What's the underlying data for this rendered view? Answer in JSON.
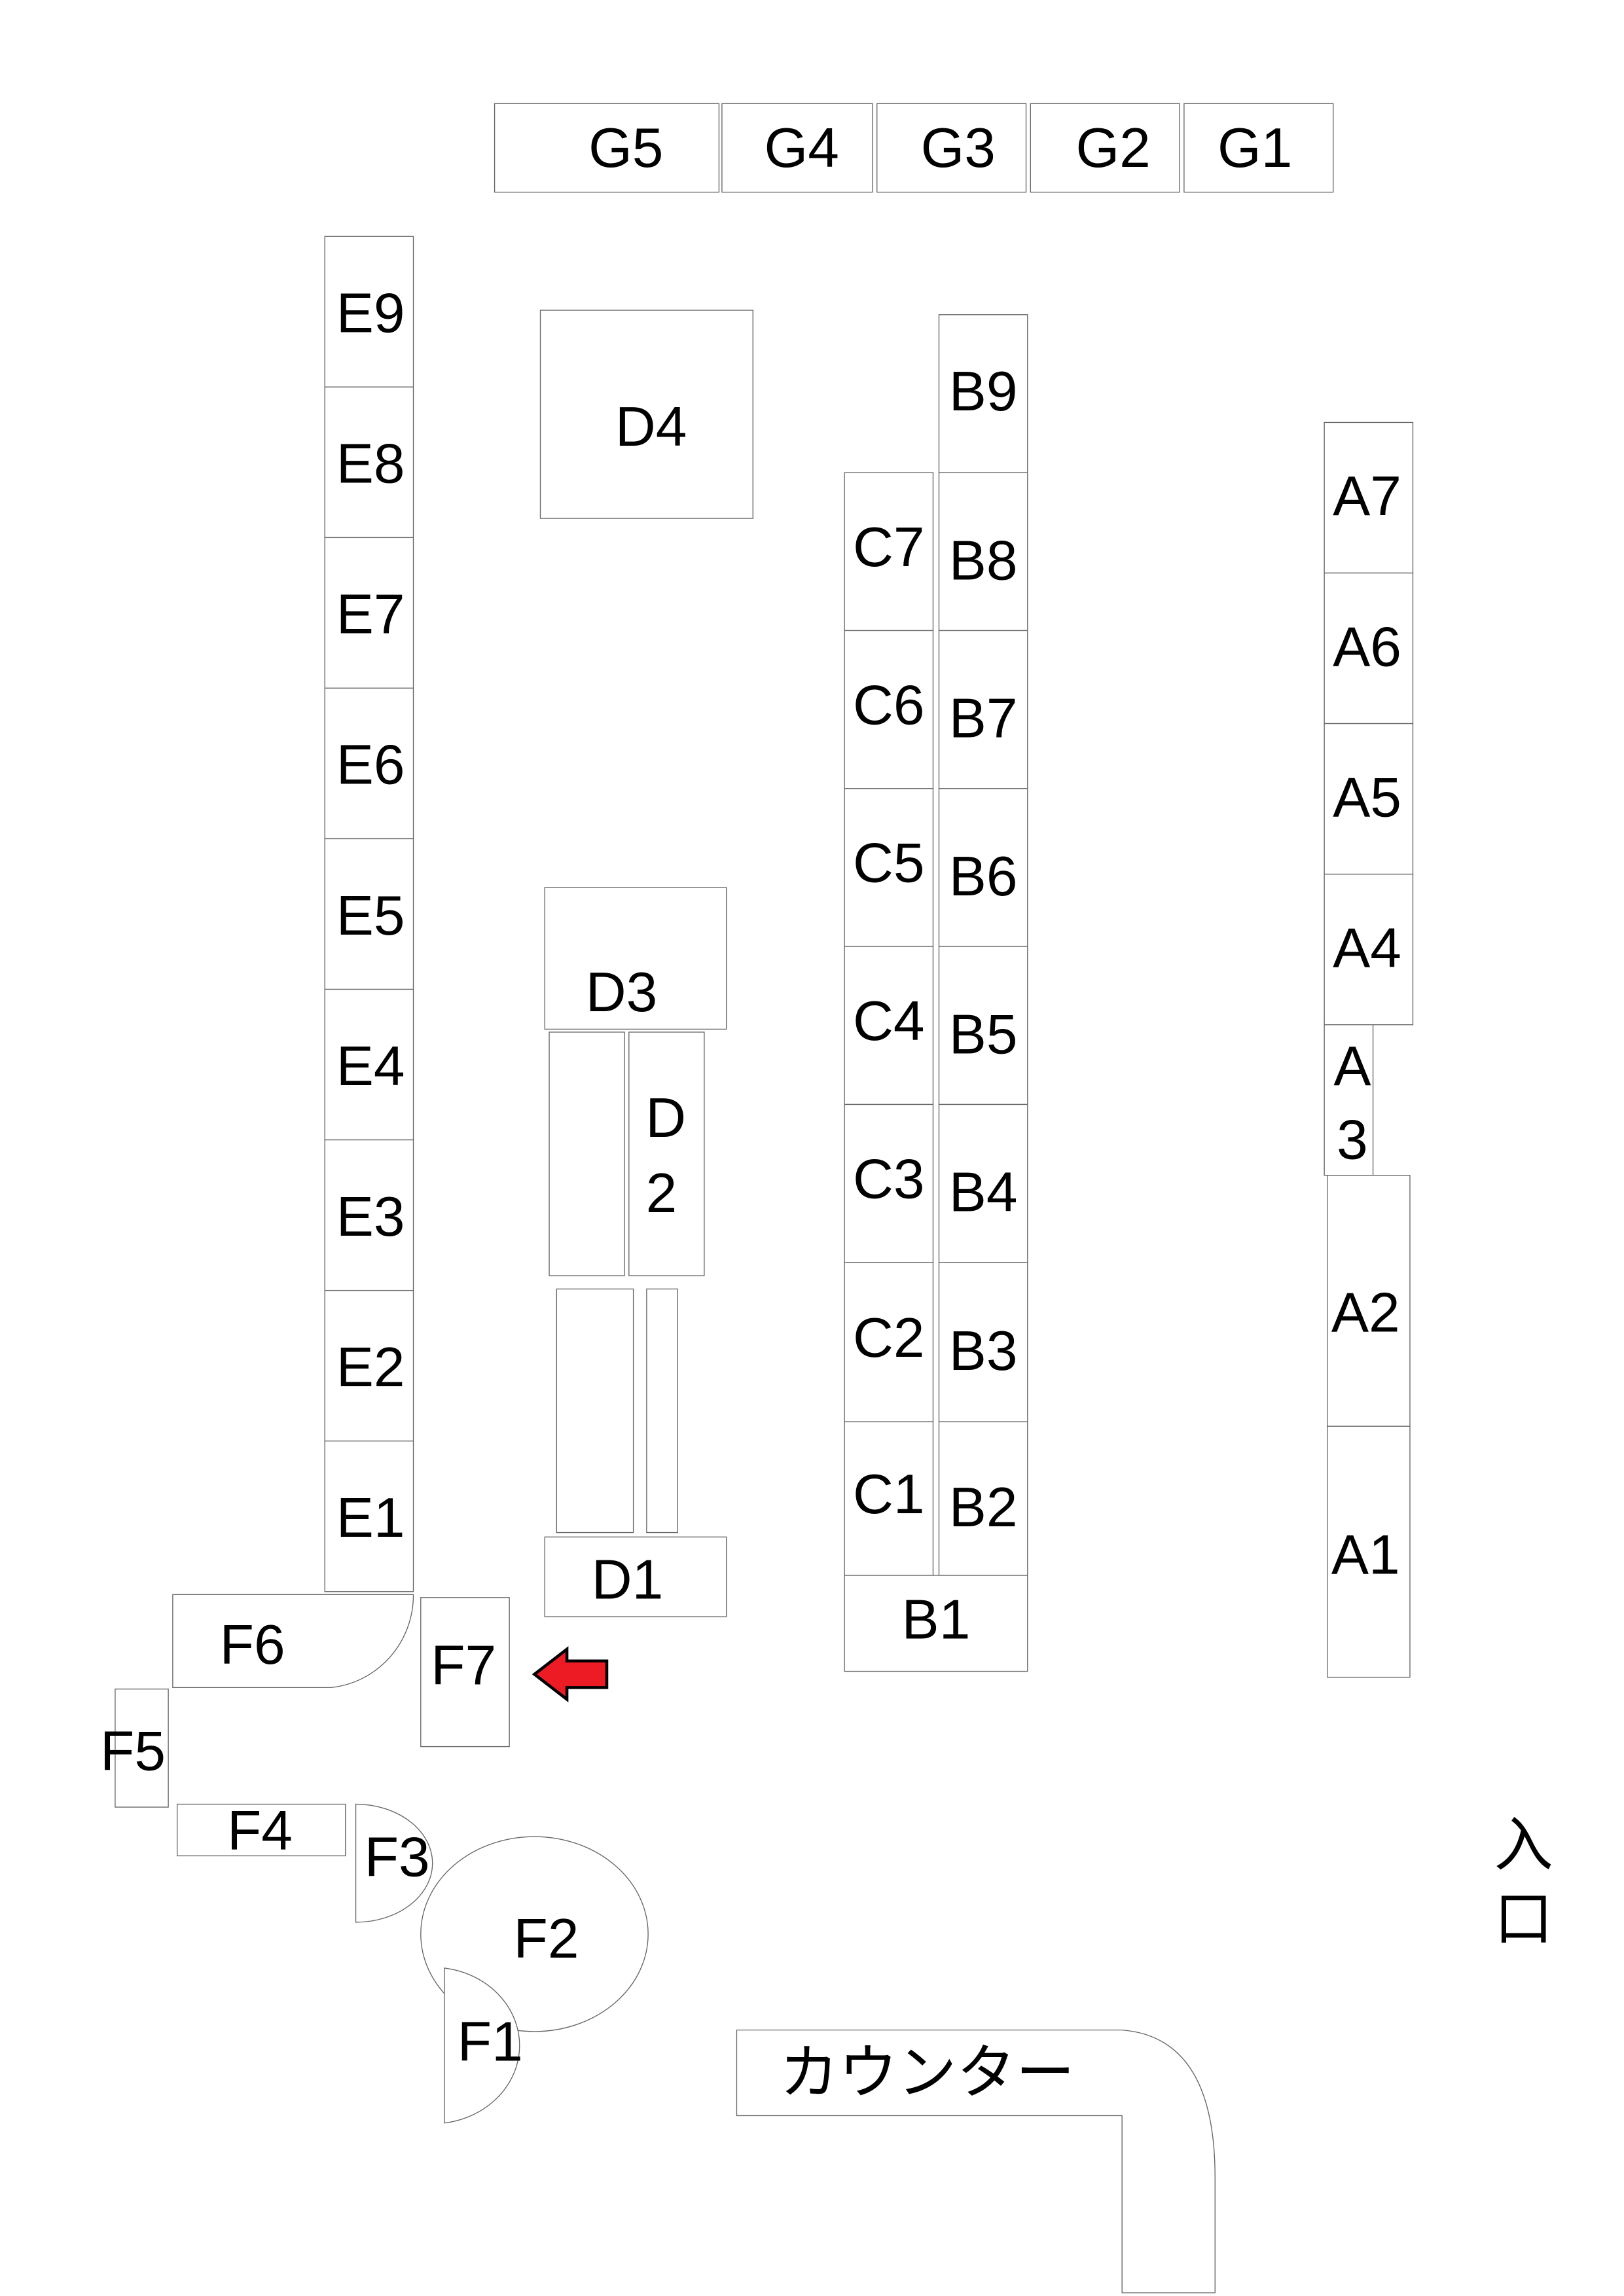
{
  "booths": {
    "G5": "G5",
    "G4": "G4",
    "G3": "G3",
    "G2": "G2",
    "G1": "G1",
    "E9": "E9",
    "E8": "E8",
    "E7": "E7",
    "E6": "E6",
    "E5": "E5",
    "E4": "E4",
    "E3": "E3",
    "E2": "E2",
    "E1": "E1",
    "D4": "D4",
    "D3": "D3",
    "D2a": "D",
    "D2b": "2",
    "D1": "D1",
    "C7": "C7",
    "C6": "C6",
    "C5": "C5",
    "C4": "C4",
    "C3": "C3",
    "C2": "C2",
    "C1": "C1",
    "B9": "B9",
    "B8": "B8",
    "B7": "B7",
    "B6": "B6",
    "B5": "B5",
    "B4": "B4",
    "B3": "B3",
    "B2": "B2",
    "B1": "B1",
    "A7": "A7",
    "A6": "A6",
    "A5": "A5",
    "A4": "A4",
    "A3a": "A",
    "A3b": "3",
    "A2": "A2",
    "A1": "A1",
    "F7": "F7",
    "F6": "F6",
    "F5": "F5",
    "F4": "F4",
    "F3": "F3",
    "F2": "F2",
    "F1": "F1"
  },
  "counter_label": "カウンター",
  "entrance": {
    "line1": "入",
    "line2": "口"
  },
  "marker": {
    "icon": "arrow-left-icon",
    "color": "#ed1c24"
  }
}
